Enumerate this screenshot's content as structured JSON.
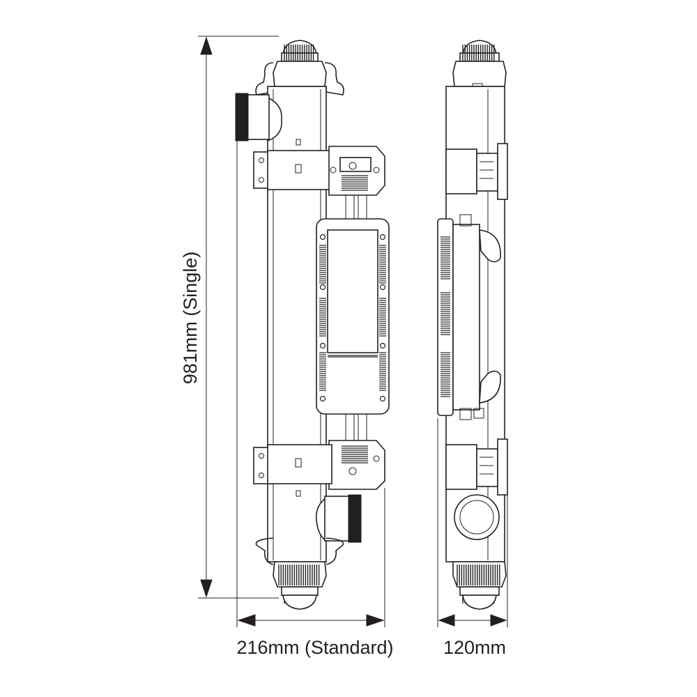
{
  "dimensions": {
    "height_label": "981mm (Single)",
    "width_label": "216mm (Standard)",
    "depth_label": "120mm"
  },
  "colors": {
    "line": "#231f20",
    "background": "#ffffff"
  }
}
